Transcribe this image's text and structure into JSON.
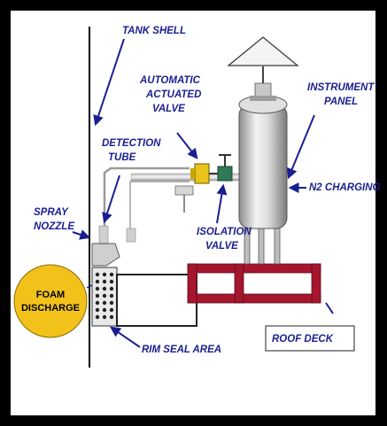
{
  "labels": {
    "tank_shell": "TANK SHELL",
    "automatic_1": "AUTOMATIC",
    "automatic_2": "ACTUATED",
    "automatic_3": "VALVE",
    "instrument_1": "INSTRUMENT",
    "instrument_2": "PANEL",
    "detection_1": "DETECTION",
    "detection_2": "TUBE",
    "n2_charging": "N2 CHARGING",
    "spray_1": "SPRAY",
    "spray_2": "NOZZLE",
    "isolation_1": "ISOLATION",
    "isolation_2": "VALVE",
    "foam_1": "FOAM",
    "foam_2": "DISCHARGE",
    "roof_deck": "ROOF DECK",
    "rim_seal": "RIM SEAL AREA"
  },
  "colors": {
    "label_blue": "#1a1f8f",
    "foam_yellow": "#f2c21b",
    "support_red": "#a5162e",
    "frame_black": "#000000"
  }
}
